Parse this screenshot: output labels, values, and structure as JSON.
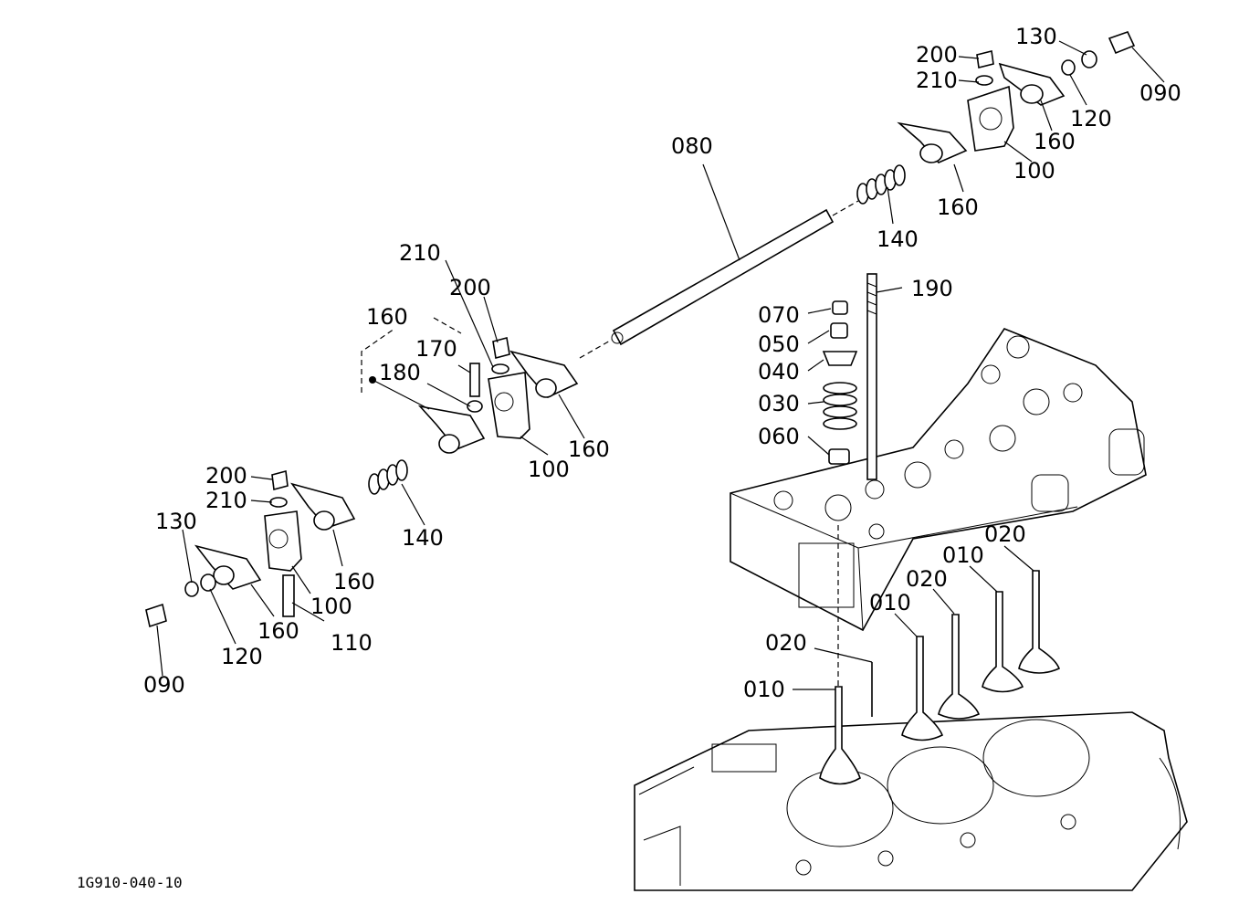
{
  "diagram": {
    "drawing_number": "1G910-040-10",
    "callouts": [
      {
        "id": "c200a",
        "text": "200"
      },
      {
        "id": "c130a",
        "text": "130"
      },
      {
        "id": "c210a",
        "text": "210"
      },
      {
        "id": "c090a",
        "text": "090"
      },
      {
        "id": "c120a",
        "text": "120"
      },
      {
        "id": "c160a",
        "text": "160"
      },
      {
        "id": "c100a",
        "text": "100"
      },
      {
        "id": "c080",
        "text": "080"
      },
      {
        "id": "c160b",
        "text": "160"
      },
      {
        "id": "c140a",
        "text": "140"
      },
      {
        "id": "c210b",
        "text": "210"
      },
      {
        "id": "c200b",
        "text": "200"
      },
      {
        "id": "c190",
        "text": "190"
      },
      {
        "id": "c160c",
        "text": "160"
      },
      {
        "id": "c170",
        "text": "170"
      },
      {
        "id": "c070",
        "text": "070"
      },
      {
        "id": "c050",
        "text": "050"
      },
      {
        "id": "c180",
        "text": "180"
      },
      {
        "id": "c040",
        "text": "040"
      },
      {
        "id": "c030",
        "text": "030"
      },
      {
        "id": "c160d",
        "text": "160"
      },
      {
        "id": "c060",
        "text": "060"
      },
      {
        "id": "c100b",
        "text": "100"
      },
      {
        "id": "c200c",
        "text": "200"
      },
      {
        "id": "c210c",
        "text": "210"
      },
      {
        "id": "c140b",
        "text": "140"
      },
      {
        "id": "c020a",
        "text": "020"
      },
      {
        "id": "c130b",
        "text": "130"
      },
      {
        "id": "c010a",
        "text": "010"
      },
      {
        "id": "c020b",
        "text": "020"
      },
      {
        "id": "c160e",
        "text": "160"
      },
      {
        "id": "c010b",
        "text": "010"
      },
      {
        "id": "c100c",
        "text": "100"
      },
      {
        "id": "c160f",
        "text": "160"
      },
      {
        "id": "c110",
        "text": "110"
      },
      {
        "id": "c020c",
        "text": "020"
      },
      {
        "id": "c120b",
        "text": "120"
      },
      {
        "id": "c010c",
        "text": "010"
      },
      {
        "id": "c090b",
        "text": "090"
      }
    ]
  }
}
